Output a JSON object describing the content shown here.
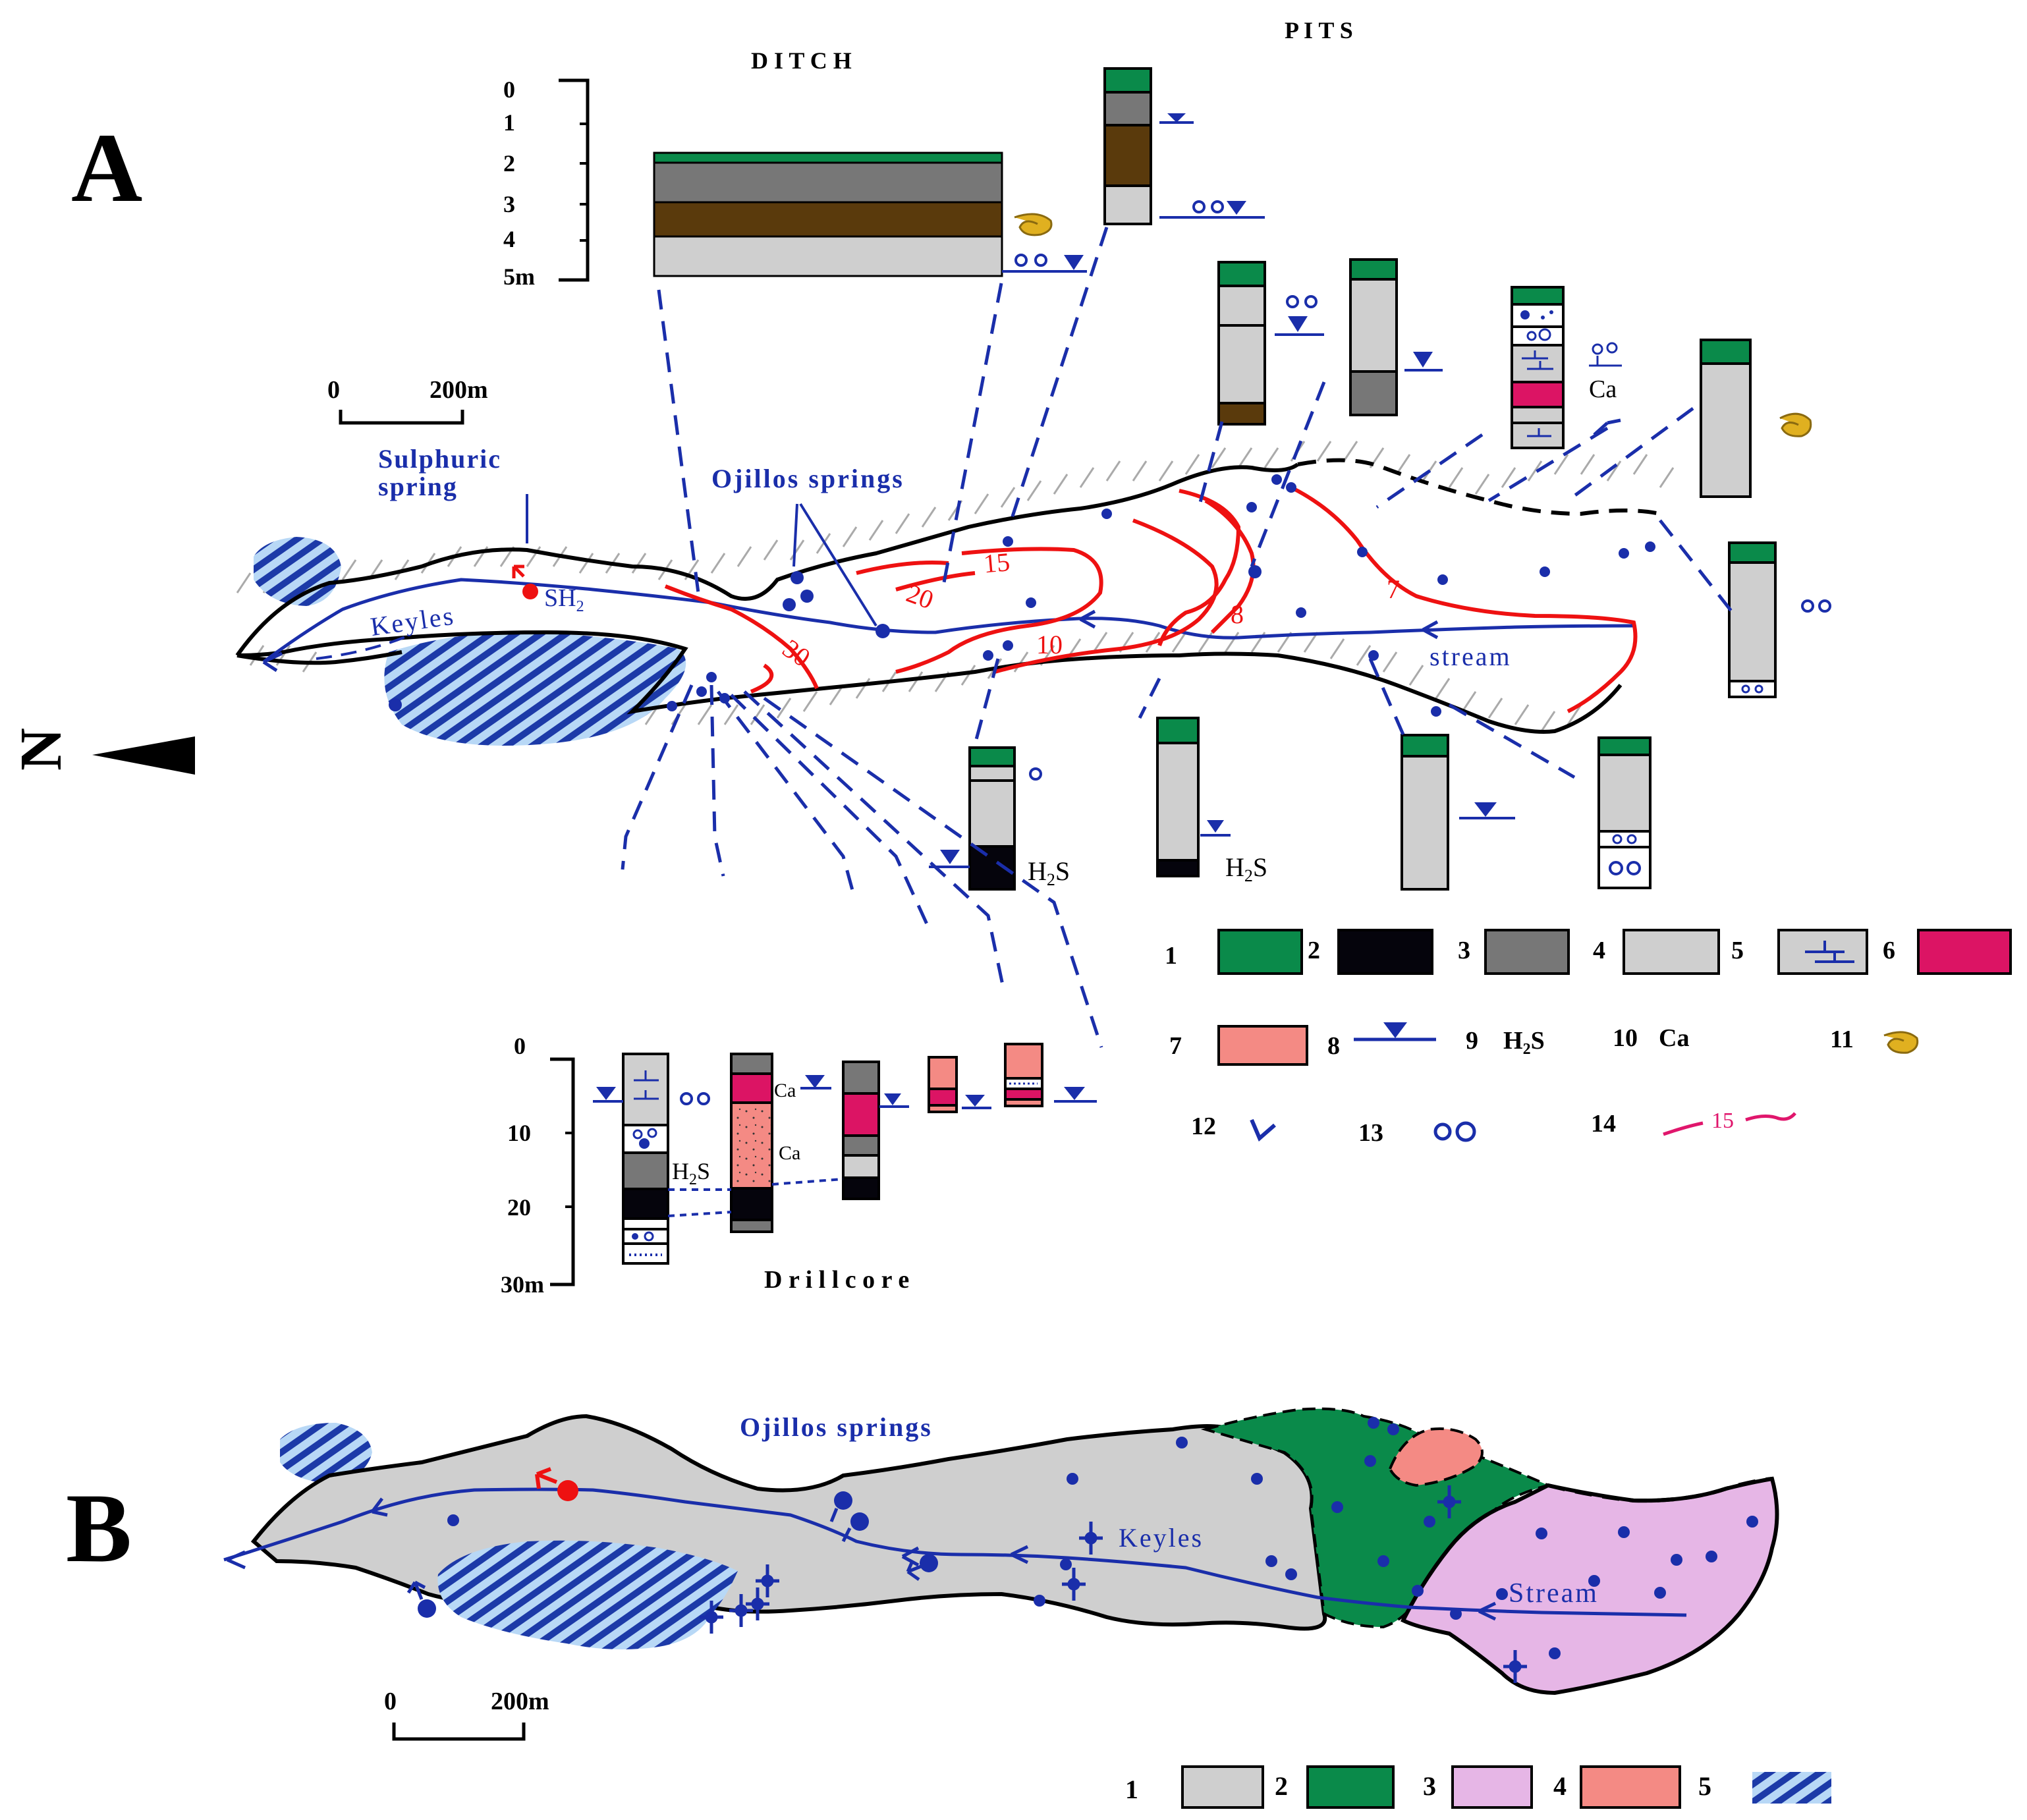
{
  "colors": {
    "topsoil_green": "#0a8a4a",
    "black": "#05040c",
    "dark_gray": "#777777",
    "light_gray": "#cfcfcf",
    "brown": "#5a3a0c",
    "magenta": "#dc1464",
    "salmon": "#f48a84",
    "blue": "#1a2eaa",
    "red": "#ee1111",
    "pink_legend": "#e0166c",
    "lilac": "#e6b6e6",
    "hatch_light": "#b8d8f6",
    "hatch_dark": "#1c3aa8",
    "gold": "#e0b020",
    "outline": "#000000"
  },
  "panel_a": {
    "label": "A",
    "north_letter": "N",
    "ditch": {
      "title": "D I T C H",
      "scale": [
        "0",
        "1",
        "2",
        "3",
        "4",
        "5m"
      ],
      "icon": "gastropod-icon"
    },
    "pits_title": "P I T S",
    "scale_bar": {
      "zero": "0",
      "length": "200m"
    },
    "labels": {
      "sulphuric_spring": "Sulphuric\nspring",
      "ojillos_springs": "Ojillos springs",
      "keyles": "Keyles",
      "sh2": "SH",
      "sh2_sub": "2",
      "stream": "stream",
      "h2s_a": "H",
      "h2s_b": "S",
      "h2s_sub": "2",
      "ca": "Ca"
    },
    "isolines": [
      "15",
      "20",
      "30",
      "10",
      "8",
      "7"
    ],
    "drill_core": {
      "title": "D r i l l   c o r e",
      "scale": [
        "0",
        "10",
        "20",
        "30m"
      ],
      "ca_label": "Ca",
      "h2s": "H",
      "h2s_sub": "2",
      "h2s_s": "S"
    },
    "legend": {
      "items": [
        "1",
        "2",
        "3",
        "4",
        "5",
        "6",
        "7",
        "8",
        "9",
        "10",
        "11",
        "12",
        "13",
        "14"
      ],
      "h2s_text": "H",
      "h2s_sub": "2",
      "h2s_s": "S",
      "ca_text": "Ca",
      "isoline_value": "15"
    }
  },
  "panel_b": {
    "label": "B",
    "labels": {
      "ojillos_springs": "Ojillos springs",
      "keyles": "Keyles",
      "stream": "Stream"
    },
    "scale_bar": {
      "zero": "0",
      "length": "200m"
    },
    "legend": [
      "1",
      "2",
      "3",
      "4",
      "5"
    ]
  }
}
